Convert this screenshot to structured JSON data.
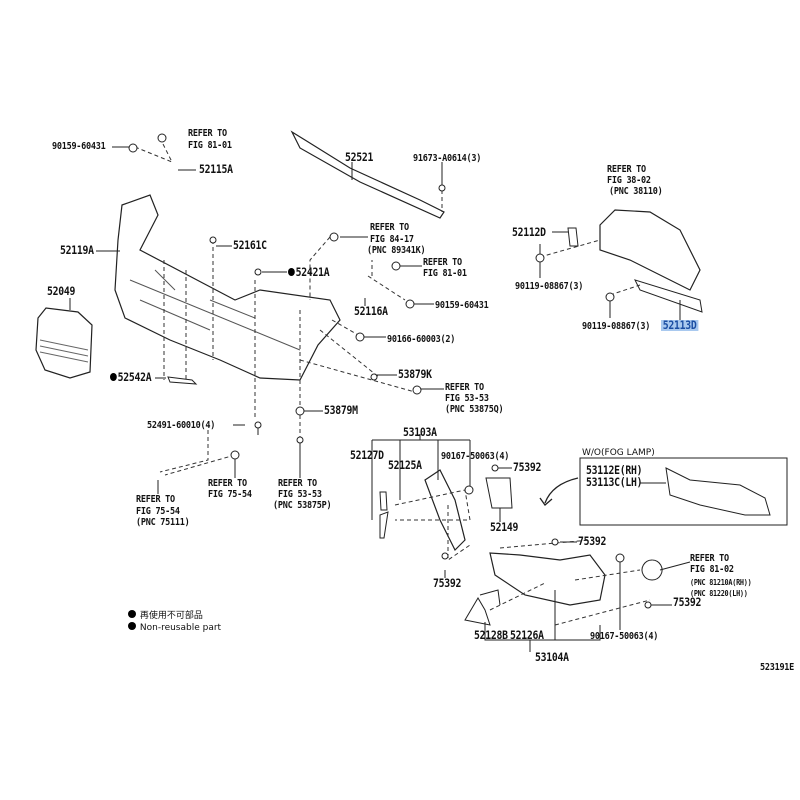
{
  "diagram_code": "523191E",
  "legend": {
    "cn": "再使用不可部品",
    "en": "Non-reusable part"
  },
  "box_title": "W/O(FOG LAMP)",
  "labels": {
    "p90159_60431_a": "90159-60431",
    "ref_8101_a1": "REFER TO",
    "ref_8101_a2": "FIG 81-01",
    "p52115A": "52115A",
    "p52521": "52521",
    "p91673": "91673-A0614(3)",
    "ref_3802_1": "REFER TO",
    "ref_3802_2": "FIG 38-02",
    "ref_3802_3": "(PNC 38110)",
    "p52119A": "52119A",
    "p52161C": "52161C",
    "ref_8417_1": "REFER TO",
    "ref_8417_2": "FIG 84-17",
    "ref_8417_3": "(PNC 89341K)",
    "p52112D": "52112D",
    "ref_8101_b1": "REFER TO",
    "ref_8101_b2": "FIG 81-01",
    "p52421A": "52421A",
    "p52049": "52049",
    "p90119_a": "90119-08867(3)",
    "p52116A": "52116A",
    "p90159_60431_b": "90159-60431",
    "p90119_b": "90119-08867(3)",
    "p52113D": "52113D",
    "p90166": "90166-60003(2)",
    "p52542A": "52542A",
    "p53879K": "53879K",
    "ref_5353q_1": "REFER TO",
    "ref_5353q_2": "FIG 53-53",
    "ref_5353q_3": "(PNC 53875Q)",
    "p53879M": "53879M",
    "p52491": "52491-60010(4)",
    "p53103A": "53103A",
    "p52127D": "52127D",
    "p90167_a": "90167-50063(4)",
    "p52125A": "52125A",
    "p75392_a": "75392",
    "p53112E": "53112E(RH)",
    "p53113C": "53113C(LH)",
    "ref_7554_a1": "REFER TO",
    "ref_7554_a2": "FIG 75-54",
    "ref_5353p_1": "REFER TO",
    "ref_5353p_2": "FIG 53-53",
    "ref_5353p_3": "(PNC 53875P)",
    "ref_7554_b1": "REFER TO",
    "ref_7554_b2": "FIG 75-54",
    "ref_7554_b3": "(PNC 75111)",
    "p52149": "52149",
    "p75392_b": "75392",
    "p75392_c": "75392",
    "ref_8102_1": "REFER TO",
    "ref_8102_2": "FIG 81-02",
    "ref_8102_3": "(PNC 81210A(RH))",
    "ref_8102_4": "(PNC 81220(LH))",
    "p75392_d": "75392",
    "p52128B": "52128B",
    "p52126A": "52126A",
    "p90167_b": "90167-50063(4)",
    "p53104A": "53104A"
  },
  "highlight_color": "#a9c9ef"
}
